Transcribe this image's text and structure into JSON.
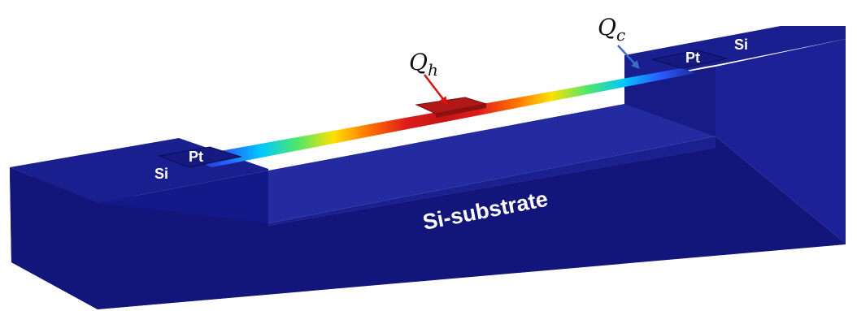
{
  "labels": {
    "pt_left": "Pt",
    "pt_right": "Pt",
    "si_left": "Si",
    "si_right": "Si",
    "substrate": "Si-substrate",
    "qh_main": "Q",
    "qh_sub": "h",
    "qc_main": "Q",
    "qc_sub": "c"
  },
  "colors": {
    "substrate_top": "#1a1f8f",
    "substrate_front": "#12167a",
    "substrate_right": "#1c2197",
    "cavity_back": "#242ba0",
    "cavity_floor": "#1b2090",
    "pad": "#151a80",
    "heater": "#b01818",
    "qh_arrow": "#e01010",
    "qc_arrow": "#3a6ec8",
    "gradient": [
      "#1a2a9e",
      "#2a5cff",
      "#00c8ff",
      "#4ee86a",
      "#ffe000",
      "#ff7000",
      "#dd1c1c",
      "#c41414",
      "#dd1c1c",
      "#ff7000",
      "#ffe000",
      "#4ee86a",
      "#00c8ff",
      "#2a5cff",
      "#1a2a9e"
    ]
  }
}
